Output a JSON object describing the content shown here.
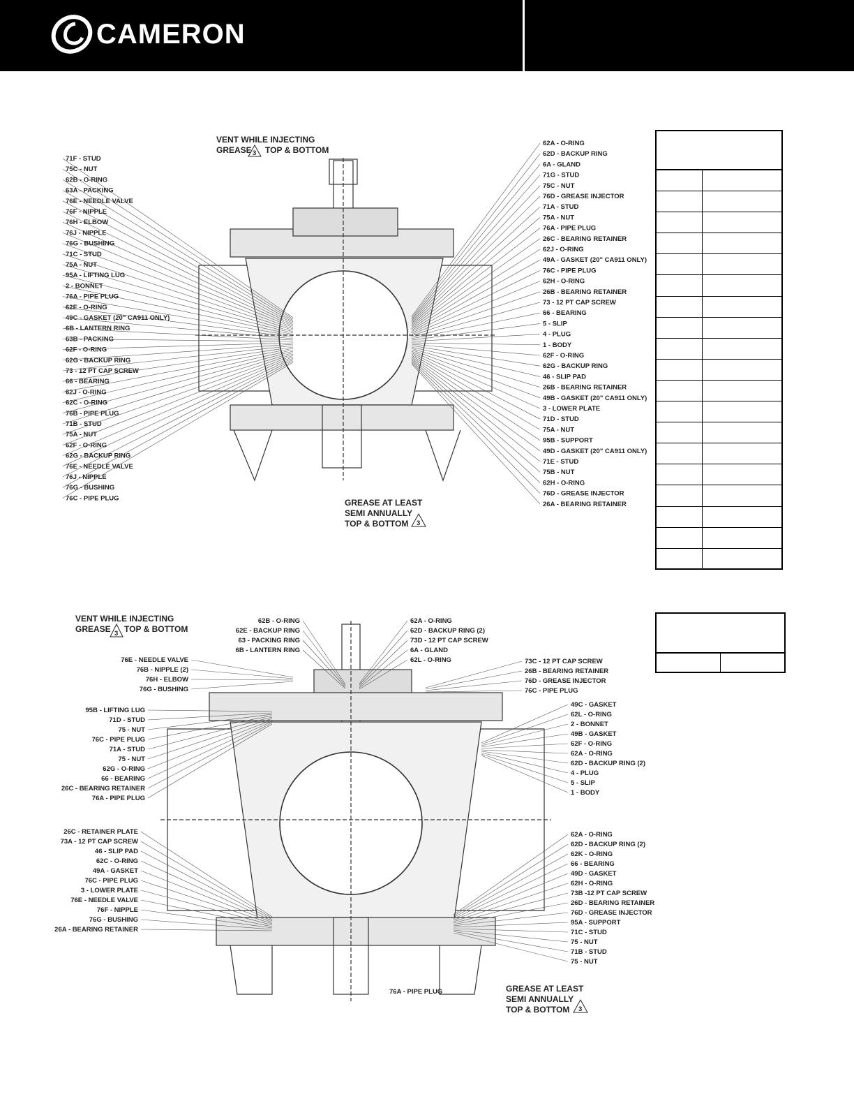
{
  "brand": {
    "name": "CAMERON"
  },
  "diagram1": {
    "note_top": [
      "VENT WHILE INJECTING",
      "GREASE",
      "TOP & BOTTOM"
    ],
    "note_top_symbol": "3",
    "note_bottom": [
      "GREASE AT LEAST",
      "SEMI ANNUALLY",
      "TOP & BOTTOM"
    ],
    "note_bottom_symbol": "3",
    "left_labels": [
      "71F  -  STUD",
      "75C  -  NUT",
      "62B  -  O-RING",
      "63A  -  PACKING",
      "76E  -  NEEDLE VALVE",
      "76F  -  NIPPLE",
      "76H  -  ELBOW",
      "76J  -  NIPPLE",
      "76G  -  BUSHING",
      "71C  -  STUD",
      "75A  -  NUT",
      "95A  -  LIFTING LUG",
      "2  -  BONNET",
      "76A  -  PIPE PLUG",
      "62E  -  O-RING",
      "49C  -  GASKET (20\" CA911 ONLY)",
      "6B  -  LANTERN RING",
      "63B  -  PACKING",
      "62F  -  O-RING",
      "62G  -  BACKUP RING",
      "73  -  12 PT CAP SCREW",
      "66  -  BEARING",
      "62J  -  O-RING",
      "62C  -  O-RING",
      "76B  -  PIPE PLUG",
      "71B  -  STUD",
      "75A  -  NUT",
      "62F  -  O-RING",
      "62G  -  BACKUP RING",
      "76E  -  NEEDLE VALVE",
      "76J  -  NIPPLE",
      "76G  -  BUSHING",
      "76C  -  PIPE PLUG"
    ],
    "right_labels": [
      "62A  -  O-RING",
      "62D  -  BACKUP RING",
      "6A  -  GLAND",
      "71G  -  STUD",
      "75C  -  NUT",
      "76D  -  GREASE INJECTOR",
      "71A  -  STUD",
      "75A  -  NUT",
      "76A  -  PIPE PLUG",
      "26C  -  BEARING RETAINER",
      "62J  -  O-RING",
      "49A  -  GASKET (20\" CA911 ONLY)",
      "76C  -  PIPE PLUG",
      "62H  -  O-RING",
      "26B  -  BEARING RETAINER",
      "73  -  12 PT CAP SCREW",
      "66  -  BEARING",
      "5  -  SLIP",
      "4  -  PLUG",
      "1  -  BODY",
      "62F  -  O-RING",
      "62G  -  BACKUP RING",
      "46  -  SLIP PAD",
      "26B  -  BEARING RETAINER",
      "49B  -  GASKET (20\" CA911 ONLY)",
      "3  -  LOWER PLATE",
      "71D  -  STUD",
      "75A  -  NUT",
      "95B  -  SUPPORT",
      "49D  -  GASKET (20\" CA911 ONLY)",
      "71E  -  STUD",
      "75B  -  NUT",
      "62H  -  O-RING",
      "76D  -  GREASE INJECTOR",
      "26A  -  BEARING RETAINER"
    ]
  },
  "diagram2": {
    "note_top": [
      "VENT WHILE INJECTING",
      "GREASE",
      "TOP & BOTTOM"
    ],
    "note_top_symbol": "3",
    "note_bottom": [
      "GREASE AT LEAST",
      "SEMI ANNUALLY",
      "TOP & BOTTOM"
    ],
    "note_bottom_symbol": "3",
    "top_center_left": [
      "62B - O-RING",
      "62E - BACKUP RING",
      "63 - PACKING RING",
      "6B - LANTERN RING"
    ],
    "top_center_right": [
      "62A - O-RING",
      "62D - BACKUP RING (2)",
      "73D - 12 PT CAP SCREW",
      "6A - GLAND",
      "62L - O-RING"
    ],
    "upper_left": [
      "76E - NEEDLE VALVE",
      "76B - NIPPLE (2)",
      "76H - ELBOW",
      "76G - BUSHING"
    ],
    "left_mid": [
      "95B - LIFTING LUG",
      "71D - STUD",
      "75 - NUT",
      "76C - PIPE PLUG",
      "71A - STUD",
      "75 - NUT",
      "62G - O-RING",
      "66 - BEARING",
      "26C - BEARING RETAINER",
      "76A - PIPE PLUG"
    ],
    "left_low": [
      "26C - RETAINER PLATE",
      "73A - 12 PT CAP SCREW",
      "46 - SLIP PAD",
      "62C - O-RING",
      "49A - GASKET",
      "76C - PIPE PLUG",
      "3 - LOWER PLATE",
      "76E - NEEDLE VALVE",
      "76F - NIPPLE",
      "76G - BUSHING",
      "26A - BEARING RETAINER"
    ],
    "right_upper": [
      "73C - 12 PT CAP SCREW",
      "26B - BEARING RETAINER",
      "76D - GREASE INJECTOR",
      "76C - PIPE PLUG"
    ],
    "right_mid": [
      "49C - GASKET",
      "62L - O-RING",
      "2 - BONNET",
      "49B - GASKET",
      "62F - O-RING",
      "62A - O-RING",
      "62D - BACKUP RING (2)",
      "4 - PLUG",
      "5 - SLIP",
      "1 - BODY"
    ],
    "right_low": [
      "62A - O-RING",
      "62D - BACKUP RING (2)",
      "62K - O-RING",
      "66 - BEARING",
      "49D - GASKET",
      "62H - O-RING",
      "73B -12 PT CAP SCREW",
      "26D - BEARING RETAINER",
      "76D - GREASE INJECTOR",
      "95A - SUPPORT",
      "71C - STUD",
      "75 - NUT",
      "71B - STUD",
      "75 - NUT"
    ],
    "bottom_center": "76A - PIPE PLUG"
  }
}
